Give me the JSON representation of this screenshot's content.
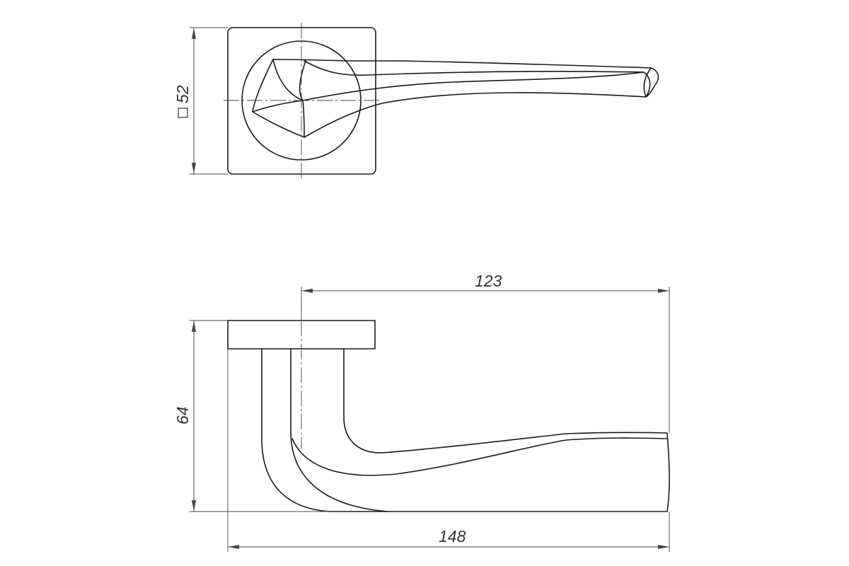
{
  "dimensions": {
    "square_plate": "52",
    "lever_length": "123",
    "total_length": "148",
    "total_height": "64"
  },
  "colors": {
    "line": "#1a1a1a",
    "dimension": "#444444",
    "background": "#ffffff"
  }
}
